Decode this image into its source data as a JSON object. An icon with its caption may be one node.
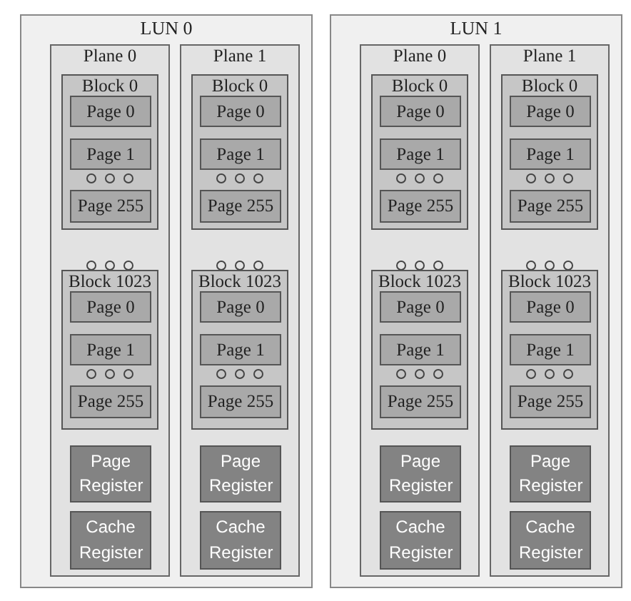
{
  "diagram": {
    "nodes": [
      {
        "text": [
          "LUN 0"
        ]
      },
      {
        "text": [
          "Plane 0"
        ],
        "in": 0
      },
      {
        "text": [
          "Block 0"
        ],
        "in": 1
      },
      {
        "text": [
          "Page 0"
        ],
        "in": 2
      },
      {
        "text": [
          "Page 1"
        ],
        "in": 2
      },
      {
        "text": [
          "Page 255"
        ],
        "in": 2
      },
      {
        "text": [
          "Block 1023"
        ],
        "in": 1
      },
      {
        "text": [
          "Page 0"
        ],
        "in": 6
      },
      {
        "text": [
          "Page 1"
        ],
        "in": 6
      },
      {
        "text": [
          "Page 255"
        ],
        "in": 6
      },
      {
        "text": [
          "Page Register"
        ],
        "in": 1
      },
      {
        "text": [
          "Cache Register"
        ],
        "in": 1
      },
      {
        "text": [
          "Plane 1"
        ],
        "in": 0
      },
      {
        "text": [
          "Block 0"
        ],
        "in": 12
      },
      {
        "text": [
          "Page 0"
        ],
        "in": 13
      },
      {
        "text": [
          "Page 1"
        ],
        "in": 13
      },
      {
        "text": [
          "Page 255"
        ],
        "in": 13
      },
      {
        "text": [
          "Block 1023"
        ],
        "in": 12
      },
      {
        "text": [
          "Page 0"
        ],
        "in": 17
      },
      {
        "text": [
          "Page 1"
        ],
        "in": 17
      },
      {
        "text": [
          "Page 255"
        ],
        "in": 17
      },
      {
        "text": [
          "Page Register"
        ],
        "in": 12
      },
      {
        "text": [
          "Cache Register"
        ],
        "in": 12
      },
      {
        "text": [
          "LUN 1"
        ]
      },
      {
        "text": [
          "Plane 0"
        ],
        "in": 23
      },
      {
        "text": [
          "Block 0"
        ],
        "in": 24
      },
      {
        "text": [
          "Page 0"
        ],
        "in": 25
      },
      {
        "text": [
          "Page 1"
        ],
        "in": 25
      },
      {
        "text": [
          "Page 255"
        ],
        "in": 25
      },
      {
        "text": [
          "Block 1023"
        ],
        "in": 24
      },
      {
        "text": [
          "Page 0"
        ],
        "in": 29
      },
      {
        "text": [
          "Page 1"
        ],
        "in": 29
      },
      {
        "text": [
          "Page 255"
        ],
        "in": 29
      },
      {
        "text": [
          "Page Register"
        ],
        "in": 24
      },
      {
        "text": [
          "Cache Register"
        ],
        "in": 24
      },
      {
        "text": [
          "Plane 1"
        ],
        "in": 23
      },
      {
        "text": [
          "Block 0"
        ],
        "in": 35
      },
      {
        "text": [
          "Page 0"
        ],
        "in": 36
      },
      {
        "text": [
          "Page 1"
        ],
        "in": 36
      },
      {
        "text": [
          "Page 255"
        ],
        "in": 36
      },
      {
        "text": [
          "Block 1023"
        ],
        "in": 35
      },
      {
        "text": [
          "Page 0"
        ],
        "in": 40
      },
      {
        "text": [
          "Page 1"
        ],
        "in": 40
      },
      {
        "text": [
          "Page 255"
        ],
        "in": 40
      },
      {
        "text": [
          "Page Register"
        ],
        "in": 35
      },
      {
        "text": [
          "Cache Register"
        ],
        "in": 35
      }
    ]
  }
}
